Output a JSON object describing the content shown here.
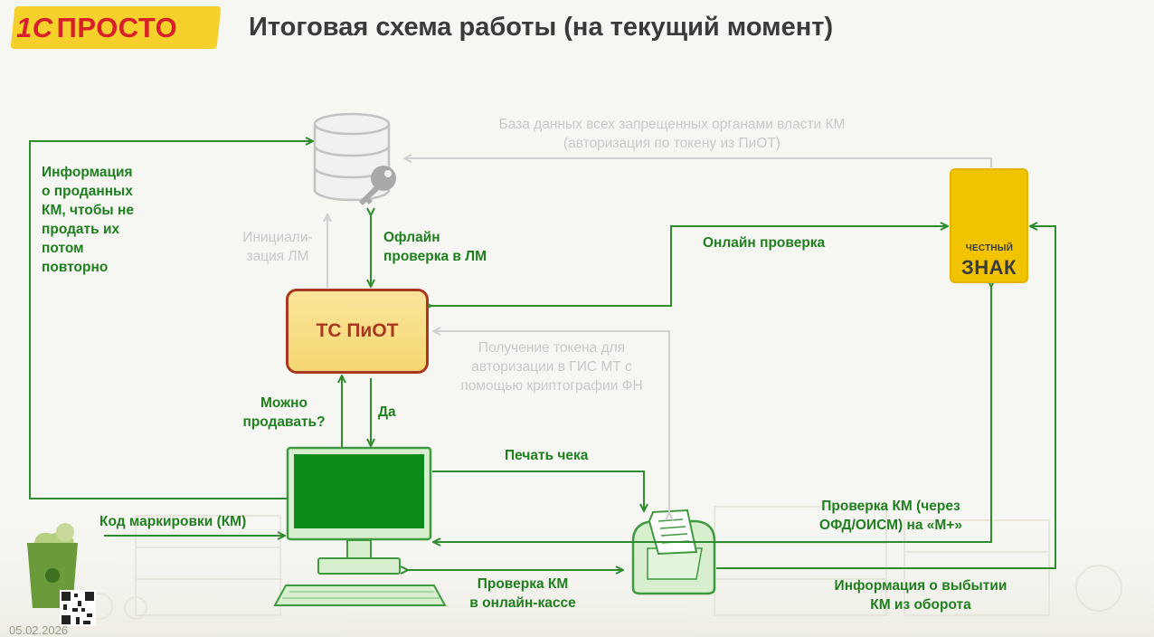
{
  "header": {
    "logo_text": "ПРОСТО",
    "logo_prefix": "1С",
    "title": "Итоговая схема работы (на текущий момент)"
  },
  "nodes": {
    "tspiot": "ТС ПиОТ",
    "chestny_znak_small": "ЧЕСТНЫЙ",
    "chestny_znak_big": "ЗНАК"
  },
  "labels": {
    "db_caption": "База данных всех запрещенных органами власти КМ\n(авторизация по токену из ПиОТ)",
    "sold_info": "Информация\nо проданных\nКМ, чтобы не\nпродать их\nпотом\nповторно",
    "initialization": "Инициали-\nзация ЛМ",
    "offline_check": "Офлайн\nпроверка в ЛМ",
    "online_check": "Онлайн проверка",
    "token_caption": "Получение токена для\nавторизации в ГИС МТ с\nпомощью криптографии ФН",
    "can_sell": "Можно\nпродавать?",
    "yes": "Да",
    "print_receipt": "Печать чека",
    "marking_code": "Код маркировки (КМ)",
    "km_check_ofd": "Проверка КМ (через\nОФД/ОИСМ) на «М+»",
    "km_check_cashbox": "Проверка КМ\nв онлайн-кассе",
    "disposal_info": "Информация о выбытии\nКМ из оборота"
  },
  "footer": {
    "date": "05.02.2026"
  },
  "colors": {
    "accent_green": "#1f7f1f",
    "arrow_green": "#2e8b2e",
    "device_fill": "#d7efcf",
    "brand_yellow": "#f2c400",
    "brand_red": "#d8202a",
    "tspiot_border": "#a8381f",
    "muted_gray": "#c9c9c9"
  },
  "icons": [
    "database-icon",
    "key-icon",
    "computer-monitor-icon",
    "keyboard-icon",
    "receipt-printer-icon",
    "chestny-znak-logo-icon",
    "qr-code-icon",
    "grocery-bag-icon"
  ]
}
